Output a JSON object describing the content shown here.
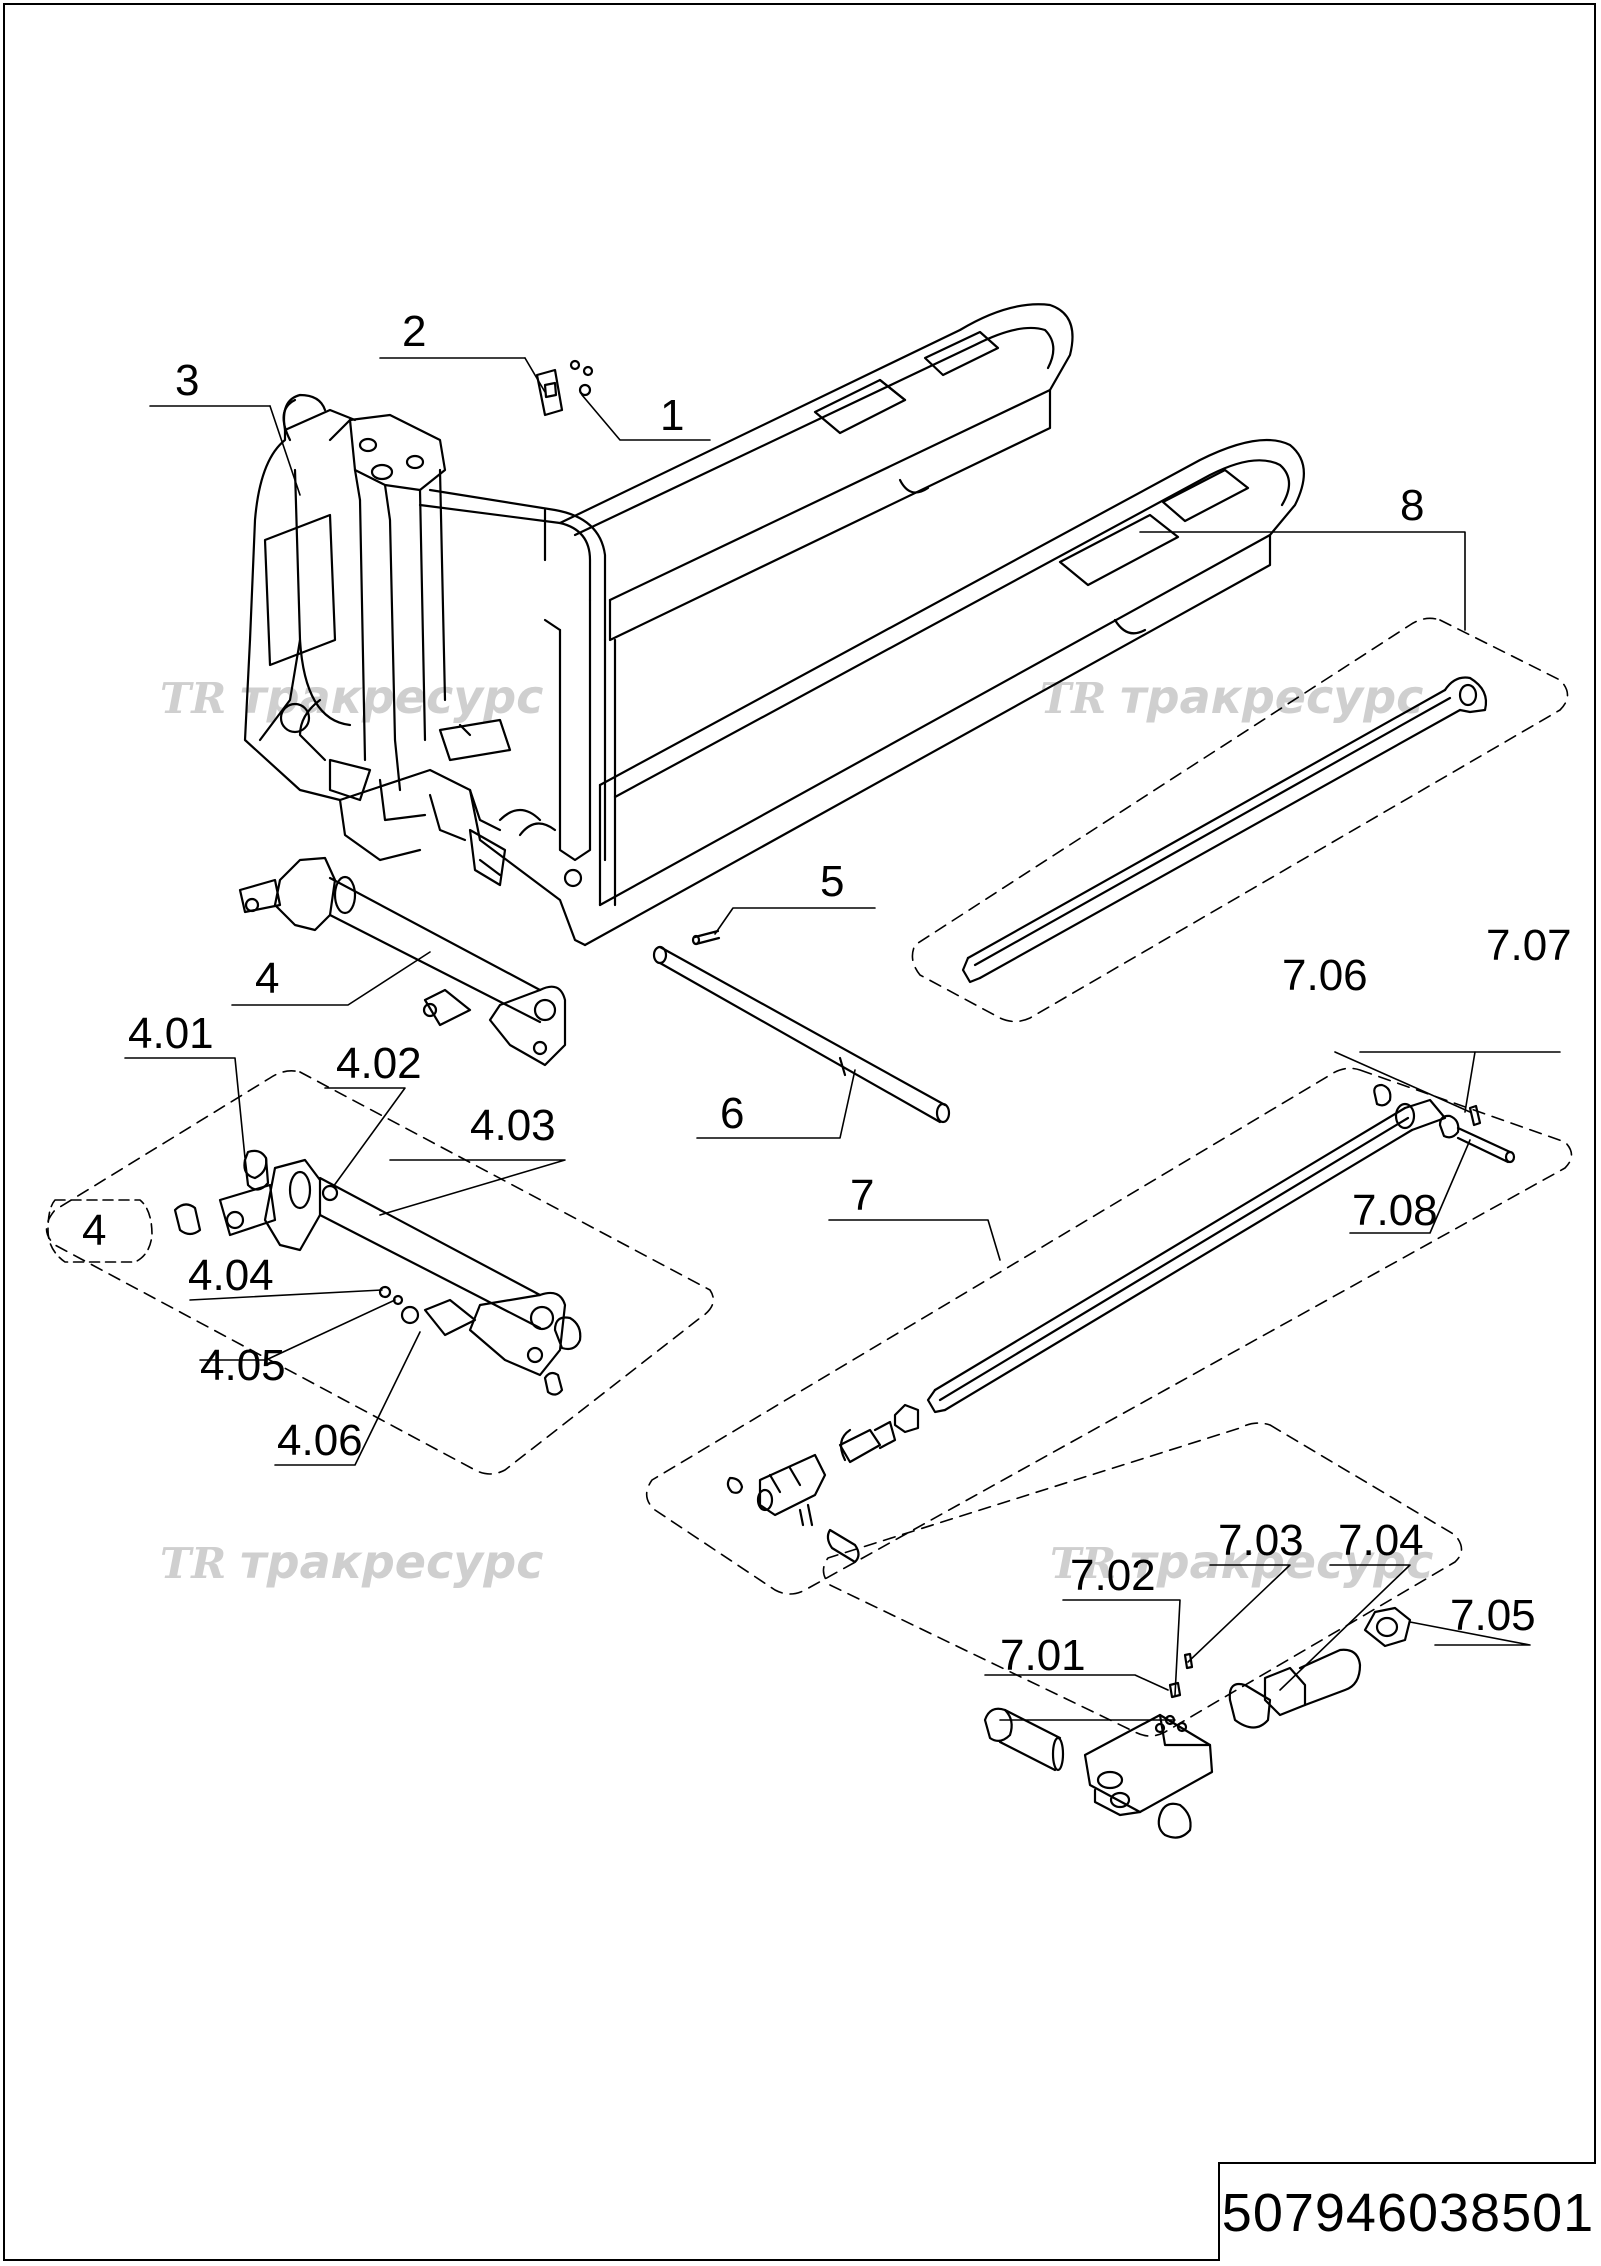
{
  "labels": {
    "l1": "1",
    "l2": "2",
    "l3": "3",
    "l4": "4",
    "l4box": "4",
    "l5": "5",
    "l6": "6",
    "l7": "7",
    "l8": "8",
    "l401": "4.01",
    "l402": "4.02",
    "l403": "4.03",
    "l404": "4.04",
    "l405": "4.05",
    "l406": "4.06",
    "l701": "7.01",
    "l702": "7.02",
    "l703": "7.03",
    "l704": "7.04",
    "l705": "7.05",
    "l706": "7.06",
    "l707": "7.07",
    "l708": "7.08"
  },
  "watermark": {
    "logo": "TR",
    "text": "тракресурс"
  },
  "document_number": "507946038501"
}
